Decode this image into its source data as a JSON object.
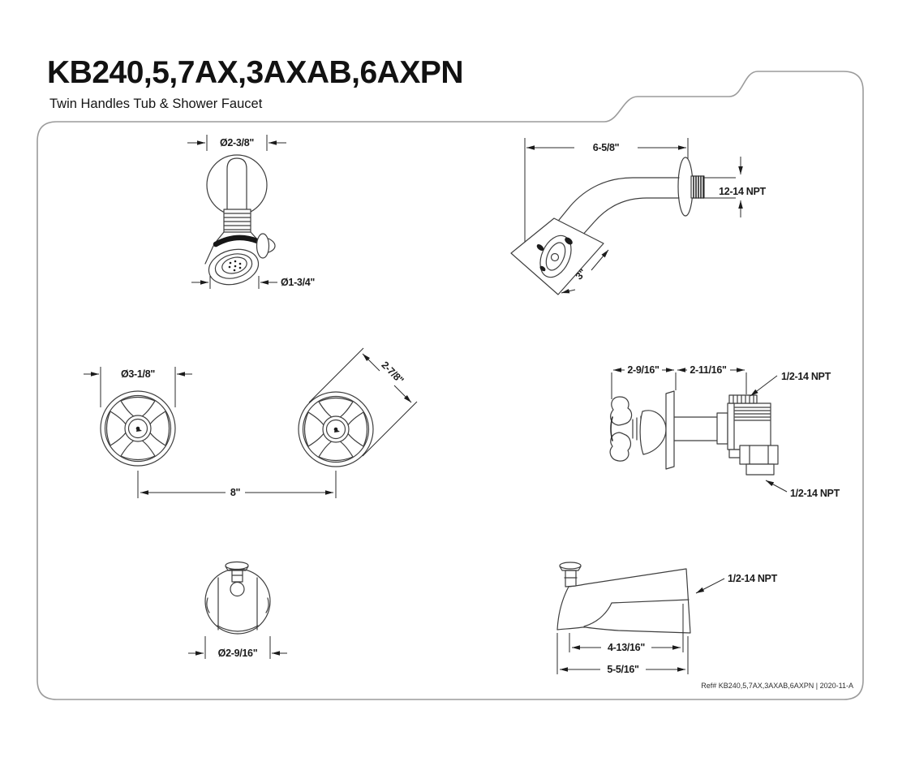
{
  "header": {
    "title": "KB240,5,7AX,3AXAB,6AXPN",
    "subtitle": "Twin Handles Tub & Shower Faucet"
  },
  "views": {
    "shower_head_front": {
      "flange_diameter": "Ø2-3/8\"",
      "head_diameter": "Ø1-3/4\""
    },
    "shower_arm_side": {
      "arm_length": "6-5/8\"",
      "wall_thread": "12-14 NPT",
      "head_size": "3\""
    },
    "handles_front": {
      "handle_diameter": "Ø3-1/8\"",
      "handle_diagonal": "2-7/8\"",
      "handle_spacing": "8\""
    },
    "valve_side": {
      "handle_projection": "2-9/16\"",
      "valve_body_depth": "2-11/16\"",
      "top_port_thread": "1/2-14 NPT",
      "bottom_port_thread": "1/2-14 NPT"
    },
    "tub_spout_front": {
      "spout_diameter": "Ø2-9/16\""
    },
    "tub_spout_side": {
      "inlet_thread": "1/2-14 NPT",
      "spout_reach": "4-13/16\"",
      "overall_length": "5-5/16\""
    }
  },
  "footer": {
    "ref_text": "Ref# KB240,5,7AX,3AXAB,6AXPN | 2020-11-A"
  },
  "colors": {
    "line": "#3e3e3e",
    "border": "#9b9b9b",
    "text": "#1b1b1b"
  }
}
